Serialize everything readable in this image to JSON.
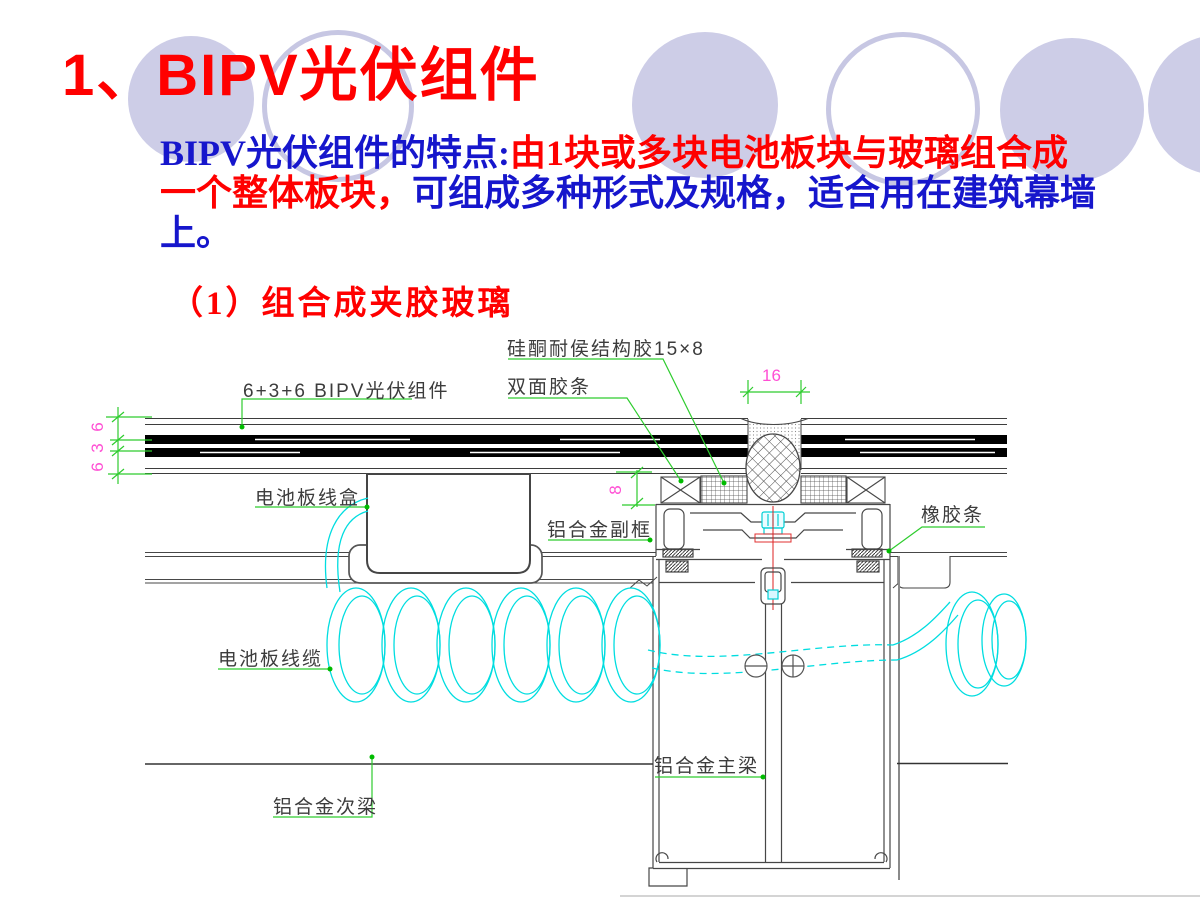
{
  "slide": {
    "title": "1、BIPV光伏组件",
    "body_blue_1": "BIPV光伏组件的特点:",
    "body_red": "由1块或多块电池板块与玻璃组合成一个整体板块，",
    "body_blue_2": "可组成多种形式及规格，适合用在建筑幕墙上。",
    "subheading": "（1）组合成夹胶玻璃"
  },
  "diagram": {
    "labels": {
      "silicone_sealant": "硅酮耐侯结构胶15×8",
      "double_sided_tape": "双面胶条",
      "pv_module": "6+3+6 BIPV光伏组件",
      "junction_box": "电池板线盒",
      "aluminum_subframe": "铝合金副框",
      "rubber_strip": "橡胶条",
      "pv_cable": "电池板线缆",
      "aluminum_main_beam": "铝合金主梁",
      "aluminum_secondary_beam": "铝合金次梁"
    },
    "dimensions": {
      "joint_width": "16",
      "edge_bite": "8",
      "glass_outer": "6",
      "glass_interlayer": "3",
      "glass_inner": "6"
    },
    "colors": {
      "leader_green": "#2ecc2e",
      "dimension_magenta": "#ff4fd4",
      "cable_cyan": "#00dde0",
      "line_dark": "#474747",
      "title_red": "#ff0000",
      "text_blue": "#1616cc",
      "circle_lavender": "#cdcde7"
    }
  }
}
